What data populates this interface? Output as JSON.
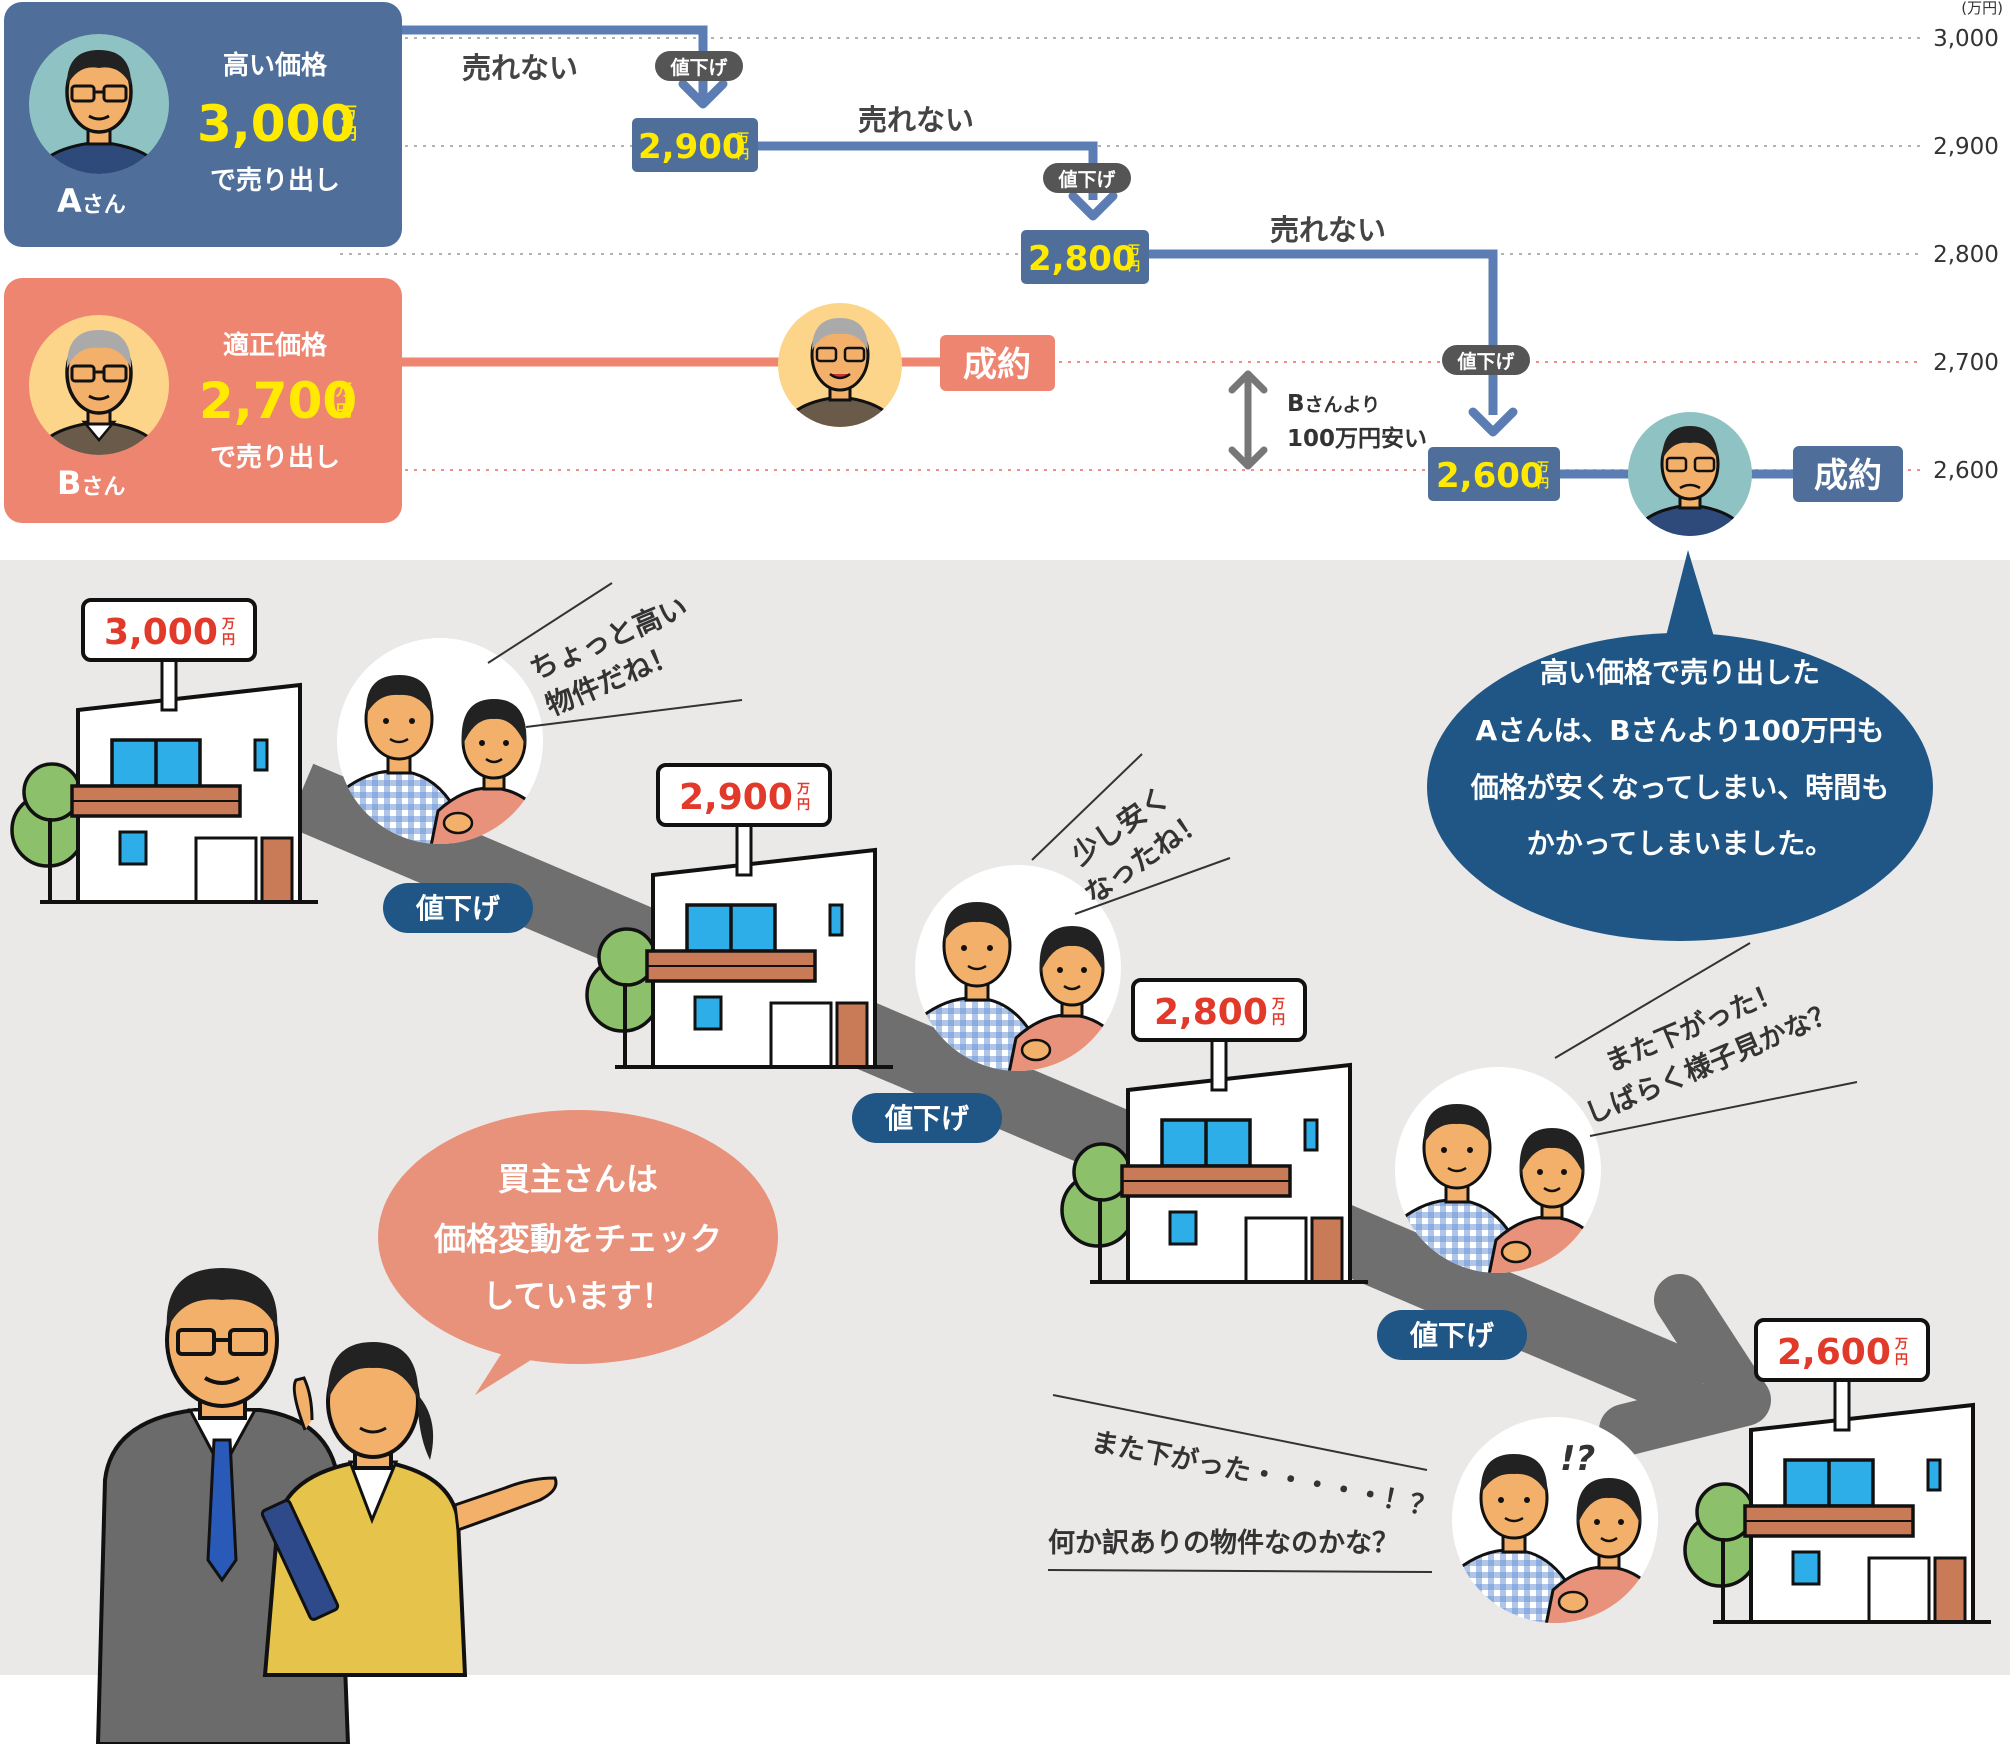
{
  "colors": {
    "a_blue": "#4f6f9a",
    "a_line": "#5b7db3",
    "b_salmon": "#ee8571",
    "yellow": "#ffea00",
    "lower_bg": "#ebe9e7",
    "tag_dark": "#555555",
    "pill_navy": "#1f5685",
    "price_red": "#e23a2a",
    "road": "#6f6f6f"
  },
  "axis": {
    "unit": "(万円)",
    "ticks": [
      "3,000",
      "2,900",
      "2,800",
      "2,700",
      "2,600"
    ]
  },
  "seller_a": {
    "name_big": "A",
    "name_small": "さん",
    "line1": "高い価格",
    "price": "3,000",
    "unit_top": "万",
    "unit_bottom": "円",
    "line3": "で売り出し"
  },
  "seller_b": {
    "name_big": "B",
    "name_small": "さん",
    "line1": "適正価格",
    "price": "2,700",
    "unit_top": "万",
    "unit_bottom": "円",
    "line3": "で売り出し",
    "deal": "成約"
  },
  "a_path": {
    "unsold": "売れない",
    "price_cut": "値下げ",
    "steps": [
      {
        "price": "2,900"
      },
      {
        "price": "2,800"
      },
      {
        "price": "2,600"
      }
    ],
    "deal": "成約"
  },
  "gap": {
    "line1_big": "B",
    "line1_small": "さんより",
    "line2": "100万円安い"
  },
  "note": {
    "lines": [
      "高い価格で売り出した",
      "Aさんは、Bさんより100万円も",
      "価格が安くなってしまい、時間も",
      "かかってしまいました。"
    ]
  },
  "houses": [
    {
      "price": "3,000",
      "unit_top": "万",
      "unit_bottom": "円"
    },
    {
      "price": "2,900",
      "unit_top": "万",
      "unit_bottom": "円"
    },
    {
      "price": "2,800",
      "unit_top": "万",
      "unit_bottom": "円"
    },
    {
      "price": "2,600",
      "unit_top": "万",
      "unit_bottom": "円"
    }
  ],
  "price_cut_pills": [
    "値下げ",
    "値下げ",
    "値下げ"
  ],
  "buyer_comments": [
    {
      "lines": [
        "ちょっと高い",
        "物件だね！"
      ]
    },
    {
      "lines": [
        "少し安く",
        "なったね！"
      ]
    },
    {
      "lines": [
        "また下がった！",
        "しばらく様子見かな？"
      ]
    },
    {
      "lines": [
        "また下がった・・・・・！？",
        "何か訳ありの物件なのかな？"
      ]
    }
  ],
  "exclaim": "!?",
  "agent_bubble": {
    "lines": [
      "買主さんは",
      "価格変動をチェック",
      "しています！"
    ]
  }
}
